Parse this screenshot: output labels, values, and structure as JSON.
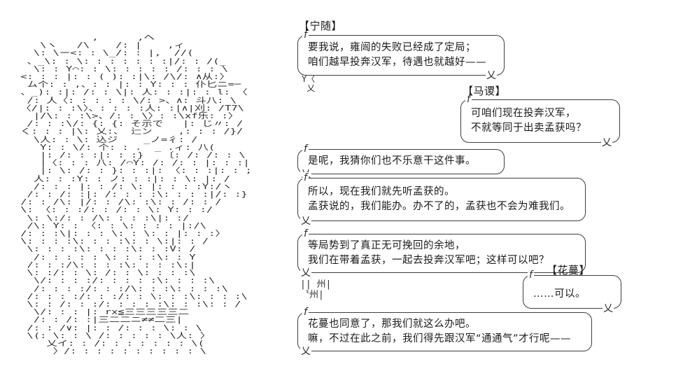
{
  "decor": {
    "corner": "f",
    "tail": "乂"
  },
  "ascii_art": {
    "lines": [
      "            ,      ,ヘ",
      "    \\ヽ   /\\    /: |    ,ィ",
      "   \\: \\ー<: : \\_/: : |,  //(",
      "  、_\\: : \\: : : : : : :|/: : /(_",
      "   \\: : Y⌒: : \\: : : : : /: : : \\",
      " <: : : |: : ( ): :|\\: /\\/: ∧从:〉",
      "  ム个: : ,、: : |: : Y: : : 仆匕ニ=─",
      " 、_): :|: /: : \\|: 人: : :|: : l: 〈",
      "  /: 人〈: : : : : \\/: >、∧: 斗八: \\",
      " 〈/|: : :\\〉、: : : :人: :|∧|刈: /T7\\",
      "   |/\\: : :\\>、/: : \\〉: :\\xf乐: :〉",
      "  /: : :\\/: {: {: そ示で   |: じ〃: /",
      " く: : : |\\: 乂:、 辷ン    ,: : : /}/",
      "   \\人: : \\: 込ジ    _ノ=彳: /",
      "    Y: : \\/: 个: : .  _ .ィ: 八(",
      "    |: /: : :|: : :}   〔: /: /: : \\",
      "    |〈: : : 八: /⌒Y: /: /: : |: : :|",
      "    |: \\: /: : }: : :|: 〈: : :|: : ;",
      "   人: : :Y: : ノ: : :|: : \\: |: /",
      "   /: : : |: : /: \\: |: : : :Y:/ヽ",
      "  /: : /: :|: /: : : :\\: : : :|/: :}",
      " /: : /\\: |/: : /\\: :\\: : /: : /",
      " \\: 〈: : :/: : /: : \\: Y: : :/",
      "  \\: \\:/: : /\\: : : :\\|: :/",
      "  /\\: Y: : 〈: : \\: : : : |:/\\",
      " /: : :\\|: : : \\: : \\: : |: : :〉",
      " \\: : : :\\: : : :\\: : \\:|: : /",
      "  \\: : : :\\: : : :\\: : :V: /",
      "   /: : : : : \\: : : :\\: : Y",
      "  /: : :/\\: : : :\\: : : :\\:|",
      "  \\: :/: : \\: /: : \\: : : :\\",
      "   \\/: : : :/: : : : :\\: : : :\\",
      "   /: : : :/: : :/\\: : :\\: : : :\\",
      "  /: : : :/: : :/: : \\: : :\\: : : :\\",
      "  \\: : /: : :/: : : : :\\: : :\\: : /",
      "   \\/: : : |: rx≦三三三三三二",
      "   /: : /: :|三二二ニ≠≠二三|",
      "  /: : /∨: |: : /: : : \\: : \\",
      "  \\(: \\: : \\ /: : : : : \\人: 〉",
      "     乂イ: : /: : : : : : : \\(",
      "      〉/: : : : : : : : : : \\"
    ],
    "tail_fragment": [
      "Y〈",
      " 乂"
    ],
    "ground_fragment": [
      "|| 州|",
      "〝州|"
    ]
  },
  "bubbles": [
    {
      "header": "【宁随】",
      "lines": [
        "要我说，雍闿的失败已经成了定局；",
        "咱们越早投奔汉军，待遇也就越好——"
      ]
    },
    {
      "header": "【马谡】",
      "lines": [
        "可咱们现在投奔汉军，",
        "不就等同于出卖孟获吗？"
      ]
    },
    {
      "lines": [
        "是呢，我猜你们也不乐意干这件事。"
      ]
    },
    {
      "lines": [
        "所以，现在我们就先听孟获的。",
        "孟获说的，我们能办。办不了的，孟获也不会为难我们。"
      ]
    },
    {
      "lines": [
        "等局势到了真正无可挽回的余地，",
        "我们在带着孟获，一起去投奔汉军吧；这样可以吧？"
      ]
    },
    {
      "header": "【花蔓】",
      "lines": [
        "……可以。"
      ]
    },
    {
      "lines": [
        "花蔓也同意了，那我们就这么办吧。",
        "嘛，不过在此之前，我们得先跟汉军“通通气”才行呢——"
      ]
    }
  ]
}
